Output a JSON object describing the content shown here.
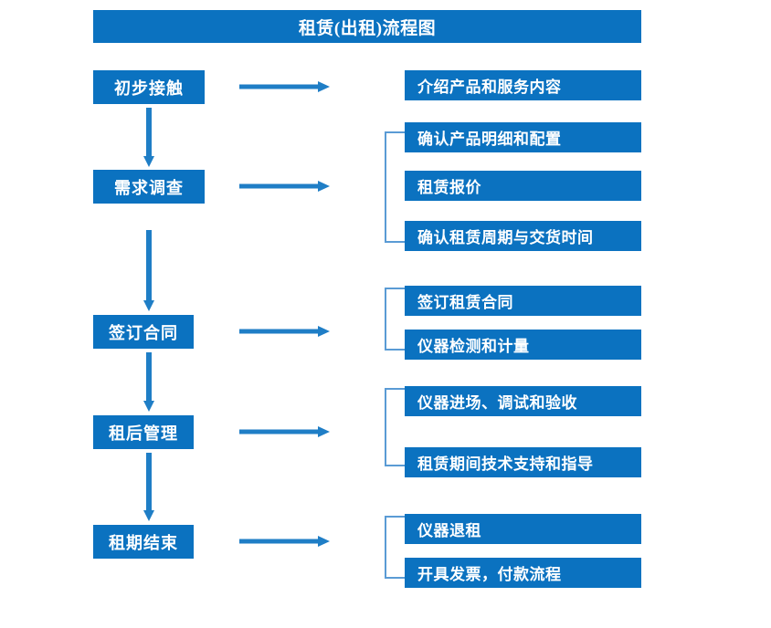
{
  "chart_data": {
    "type": "diagram",
    "title": "租赁(出租)流程图",
    "diagram_kind": "flowchart",
    "orientation": "vertical-with-right-branches",
    "accent_color": "#0b72c0",
    "connector_color": "#1f7ec6",
    "bracket_color": "#5a9bd5",
    "text_color": "#ffffff",
    "background": "#ffffff",
    "stages": [
      {
        "label": "初步接触",
        "details": [
          "介绍产品和服务内容"
        ]
      },
      {
        "label": "需求调查",
        "details": [
          "确认产品明细和配置",
          "租赁报价",
          "确认租赁周期与交货时间"
        ]
      },
      {
        "label": "签订合同",
        "details": [
          "签订租赁合同",
          "仪器检测和计量"
        ]
      },
      {
        "label": "租后管理",
        "details": [
          "仪器进场、调试和验收",
          "租赁期间技术支持和指导"
        ]
      },
      {
        "label": "租期结束",
        "details": [
          "仪器退租",
          "开具发票，付款流程"
        ]
      }
    ]
  },
  "header": {
    "title": "租赁(出租)流程图"
  },
  "stages": [
    {
      "label": "初步接触"
    },
    {
      "label": "需求调查"
    },
    {
      "label": "签订合同"
    },
    {
      "label": "租后管理"
    },
    {
      "label": "租期结束"
    }
  ],
  "details": [
    {
      "label": "介绍产品和服务内容"
    },
    {
      "label": "确认产品明细和配置"
    },
    {
      "label": "租赁报价"
    },
    {
      "label": "确认租赁周期与交货时间"
    },
    {
      "label": "签订租赁合同"
    },
    {
      "label": "仪器检测和计量"
    },
    {
      "label": "仪器进场、调试和验收"
    },
    {
      "label": "租赁期间技术支持和指导"
    },
    {
      "label": "仪器退租"
    },
    {
      "label": "开具发票，付款流程"
    }
  ]
}
